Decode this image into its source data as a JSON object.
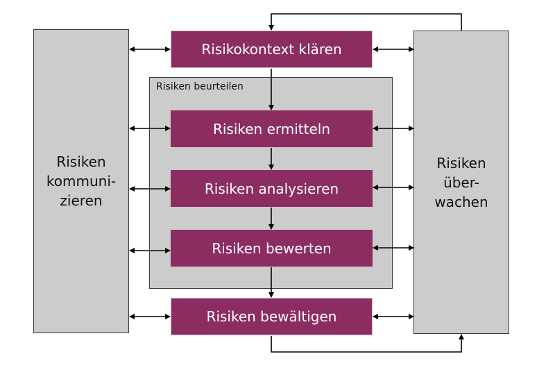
{
  "left_panel": {
    "label": "Risiken\nkommuni-\nzieren"
  },
  "right_panel": {
    "label": "Risiken\nüber-\nwachen"
  },
  "assess_group": {
    "label": "Risiken beurteilen"
  },
  "steps": [
    {
      "id": "context",
      "label": "Risikokontext klären"
    },
    {
      "id": "identify",
      "label": "Risiken ermitteln"
    },
    {
      "id": "analyze",
      "label": "Risiken analysieren"
    },
    {
      "id": "evaluate",
      "label": "Risiken bewerten"
    },
    {
      "id": "treat",
      "label": "Risiken bewältigen"
    }
  ],
  "colors": {
    "step_fill": "#8c2d61",
    "panel_fill": "#cccccc",
    "arrow": "#000000"
  }
}
